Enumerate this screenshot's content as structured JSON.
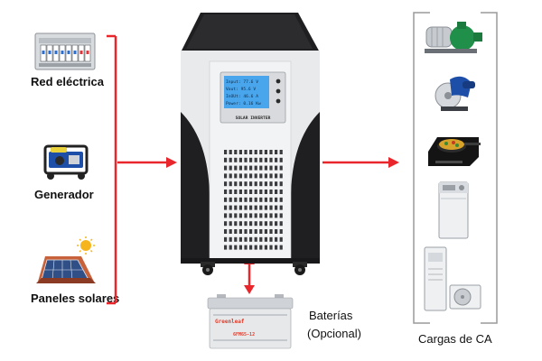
{
  "sources": {
    "grid_label": "Red eléctrica",
    "generator_label": "Generador",
    "solar_label": "Paneles solares"
  },
  "inverter": {
    "brand_label": "SOLAR INVERTER",
    "lcd_lines": [
      "Input: 77.6    V",
      "Vout:  95.6    V",
      "InOUt: 46.6    A",
      "Power: 0.16  Kw"
    ]
  },
  "battery": {
    "label_line1": "Baterías",
    "label_line2": "(Opcional)",
    "brand_text": "Greenleaf",
    "model_text": "6FM65-12"
  },
  "loads": {
    "label": "Cargas de CA"
  },
  "colors": {
    "arrow": "#e8262b",
    "inverter_body": "#e9eaec",
    "inverter_dark": "#1f1f21",
    "lcd": "#4aa6ec",
    "loads_box_border": "#9a9a9a",
    "battery_brand": "#e23c2b"
  },
  "icons": [
    "breaker-panel-icon",
    "generator-icon",
    "solar-panel-icon",
    "water-pump-icon",
    "circular-saw-icon",
    "induction-cooker-icon",
    "washing-machine-icon",
    "air-conditioner-icon"
  ]
}
